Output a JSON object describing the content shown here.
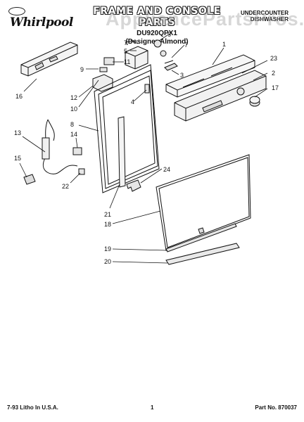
{
  "header": {
    "brand": "Whirlpool",
    "title": "FRAME AND CONSOLE PARTS",
    "model": "DU920QPX1",
    "variant": "(Designer Almond)",
    "product_line1": "UNDERCOUNTER",
    "product_line2": "DISHWASHER"
  },
  "watermark": "AppliancePartsPros.com",
  "callouts": {
    "c1": "1",
    "c2": "2",
    "c3": "3",
    "c4": "4",
    "c5": "5",
    "c6": "6",
    "c7a": "7",
    "c7b": "7",
    "c8": "8",
    "c9": "9",
    "c10": "10",
    "c11": "11",
    "c12": "12",
    "c13": "13",
    "c14": "14",
    "c15": "15",
    "c16": "16",
    "c17": "17",
    "c18": "18",
    "c19": "19",
    "c20": "20",
    "c21": "21",
    "c22": "22",
    "c23": "23",
    "c24": "24"
  },
  "footer": {
    "left": "7-93 Litho In U.S.A.",
    "page": "1",
    "part_number": "Part No. 870037"
  }
}
